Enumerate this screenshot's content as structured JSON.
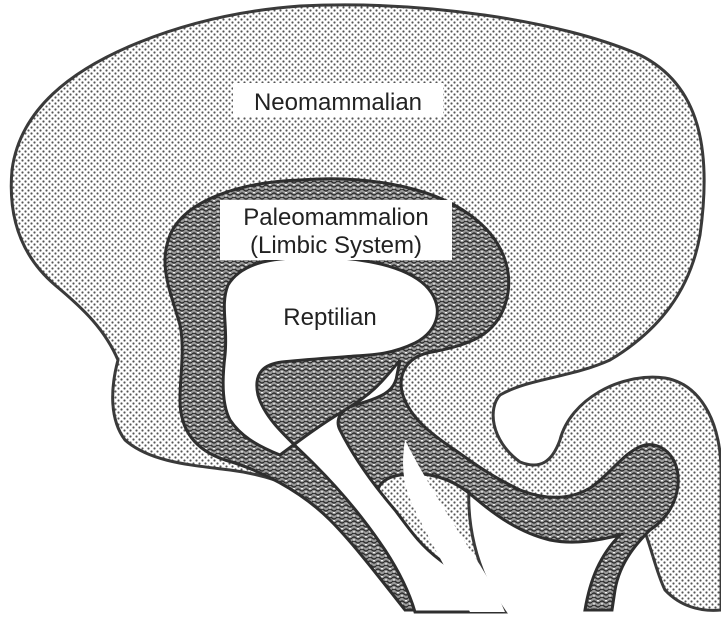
{
  "diagram": {
    "labels": {
      "neomammalian": "Neomammalian",
      "paleomammalian_line1": "Paleomammalion",
      "paleomammalian_line2": "(Limbic System)",
      "reptilian": "Reptilian"
    },
    "colors": {
      "outline": "#3a3a3a",
      "dot": "#555555",
      "hatch": "#3c3c3c",
      "background": "#ffffff"
    }
  }
}
